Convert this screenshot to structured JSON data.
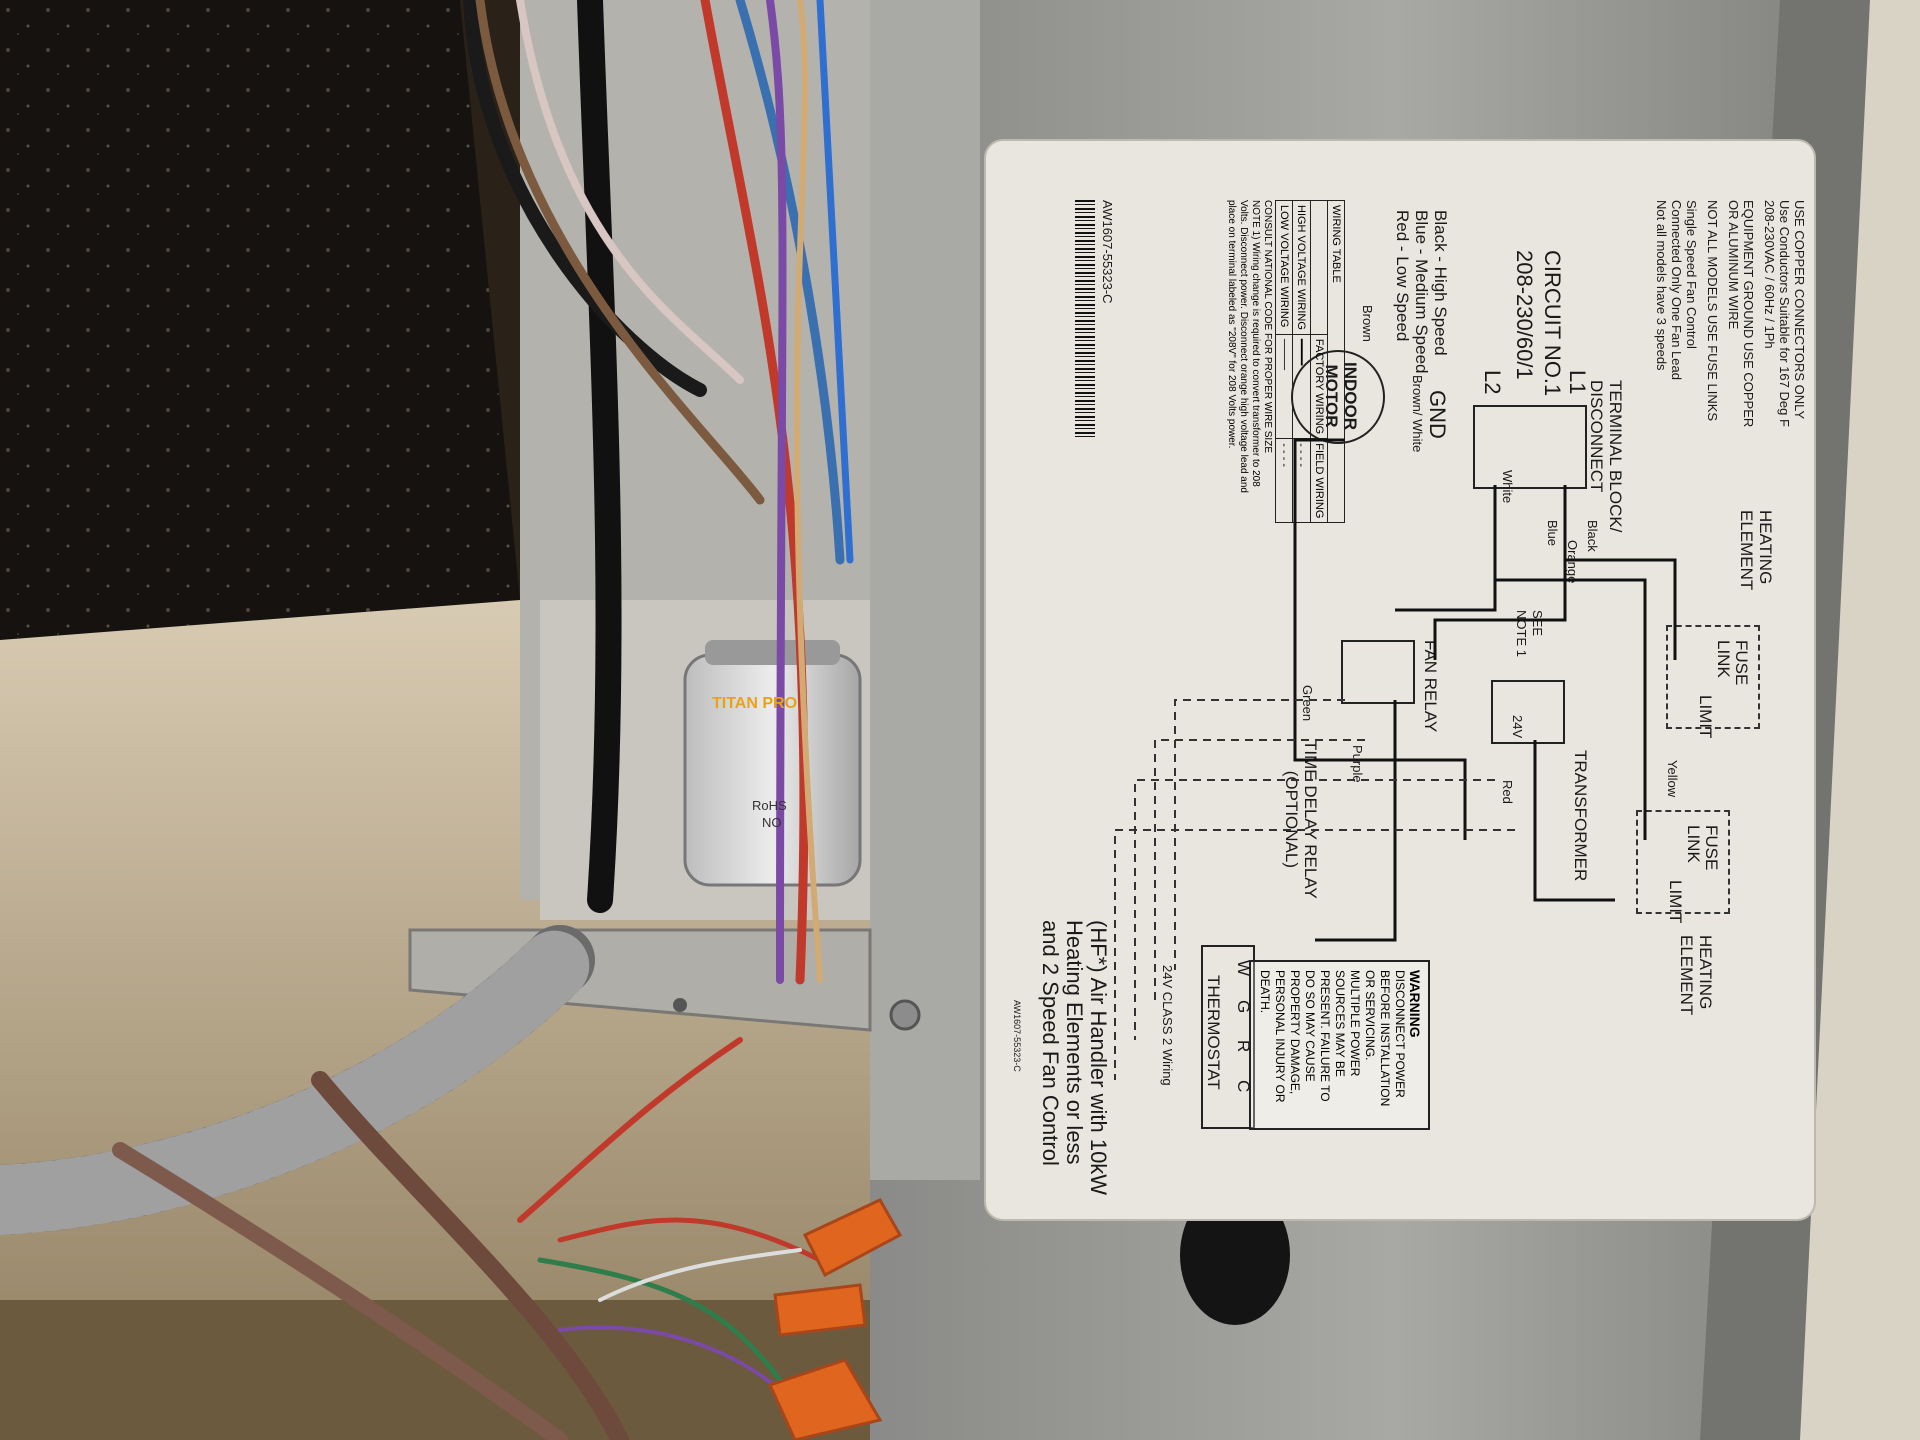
{
  "label": {
    "notes": [
      "USE COPPER CONNECTORS ONLY",
      "Use Conductors Suitable for 167 Deg F",
      "208-230VAC / 60Hz / 1Ph",
      "EQUIPMENT GROUND USE COPPER",
      "OR ALUMINUM WIRE",
      "NOT ALL MODELS USE FUSE LINKS",
      "Single Speed Fan Control",
      "Connected Only One Fan Lead",
      "Not all models have 3 speeds"
    ],
    "circuit_title": "CIRCUIT NO.1",
    "circuit_voltage": "208-230/60/1",
    "speed_legend": [
      "Black - High Speed",
      "Blue - Medium Speed",
      "Red - Low Speed"
    ],
    "terminal_block": "TERMINAL BLOCK/\nDISCONNECT",
    "l1": "L1",
    "l2": "L2",
    "gnd": "GND",
    "heating_element_top": "HEATING\nELEMENT",
    "heating_element_bottom": "HEATING\nELEMENT",
    "fuse_link": "FUSE\nLINK",
    "limit": "LIMIT",
    "indoor_motor": "INDOOR\nMOTOR",
    "brown": "Brown",
    "brown_white": "Brown/ White",
    "transformer": "TRANSFORMER",
    "see_note": "SEE\nNOTE 1",
    "v24": "24V",
    "fan_relay": "FAN RELAY",
    "time_delay": "TIME DELAY RELAY\n(OPTIONAL)",
    "wire_colors": {
      "white": "White",
      "blue": "Blue",
      "orange": "Orange",
      "black": "Black",
      "red": "Red",
      "green": "Green",
      "purple": "Purple",
      "yellow": "Yellow"
    },
    "wiring_table": {
      "title": "WIRING TABLE",
      "rows": [
        [
          "HIGH VOLTAGE WIRING",
          "",
          ""
        ],
        [
          "LOW VOLTAGE WIRING",
          "",
          ""
        ]
      ],
      "headers": [
        "",
        "FACTORY WIRING",
        "FIELD WIRING"
      ],
      "consult": "CONSULT NATIONAL CODE FOR PROPER WIRE SIZE",
      "note": "NOTE 1) Wiring change is required to convert transformer to 208 Volts. Disconnect power. Disconnect orange high voltage lead and place on terminal labeled as \"208V\" for 208 Volts power."
    },
    "part_number": "AW1607-55323-C",
    "part_number_small": "AW1607-55323-C",
    "thermostat": "THERMOSTAT",
    "thermostat_terms": [
      "W",
      "G",
      "R",
      "C"
    ],
    "class2": "24V CLASS 2 Wiring",
    "warning_title": "WARNING",
    "warning_text": "DISCONNECT POWER BEFORE INSTALLATION OR SERVICING. MULTIPLE POWER SOURCES MAY BE PRESENT. FAILURE TO DO SO MAY CAUSE PROPERTY DAMAGE, PERSONAL INJURY OR DEATH.",
    "model_line1": "(HF*) Air Handler with 10kW",
    "model_line2": "Heating Elements or less",
    "model_line3": "and 2 Speed Fan Control"
  },
  "capacitor": {
    "brand": "TITAN PRO",
    "rohs": "RoHS",
    "text2": "NO"
  },
  "colors": {
    "label_bg": "#e9e6df",
    "metal": "#9a9a98",
    "wire_red": "#c0392b",
    "wire_blue": "#3a6fb0",
    "wire_orange": "#e0651f"
  }
}
